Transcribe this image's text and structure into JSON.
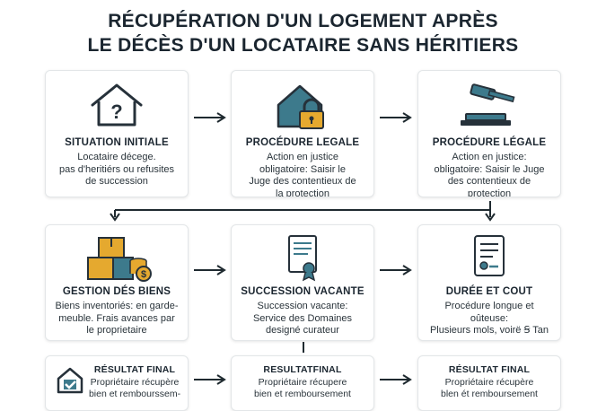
{
  "title": {
    "line1": "Récupération d'un logement après",
    "line2": "le décès d'un locataire sans héritiers"
  },
  "cards": [
    {
      "heading": "SITUATION INITIALE",
      "body": [
        "Locataire décege.",
        "pas d'heritiérs ou refusites",
        "de succession"
      ],
      "icon": "house-question-icon"
    },
    {
      "heading": "PROCÉDURE LEGALE",
      "body": [
        "Action en justice",
        "obligatoire: Saisir le",
        "Juge des contentieux de",
        "la protection"
      ],
      "icon": "house-lock-icon"
    },
    {
      "heading": "PROCÉDURE LÉGALE",
      "body": [
        "Action en justice:",
        "obligatoire: Saisir le Juge",
        "des contentieux de protection"
      ],
      "icon": "gavel-icon"
    },
    {
      "heading": "GESTION DÉS BIENS",
      "body": [
        "Biens inventoriés: en garde-",
        "meuble. Frais avances par",
        "le proprietaire"
      ],
      "icon": "boxes-coins-icon"
    },
    {
      "heading": "SUCCESSION VACANTE",
      "body": [
        "Succession vacante:",
        "Service des Domaines",
        "designé curateur"
      ],
      "icon": "certificate-document-icon"
    },
    {
      "heading": "DURÉE ET COUT",
      "body": [
        "Procédure longue et oûteuse:",
        "Plusieurs mols, voirë Ꞩ Tan"
      ],
      "icon": "document-coin-icon"
    },
    {
      "heading": "RÉSULTAT FINAL",
      "body": [
        "Propriétaire récupère",
        "bien et rembourssem-"
      ],
      "icon": "house-check-icon"
    },
    {
      "heading": "RESULTATFINAL",
      "body": [
        "Propriétaire récupere",
        "bien et remboursement"
      ],
      "icon": ""
    },
    {
      "heading": "RÉSULTAT FINAL",
      "body": [
        "Propriétaire récupère",
        "blen ét remboursement"
      ],
      "icon": ""
    }
  ],
  "colors": {
    "teal": "#3d7a8c",
    "dark": "#26313a",
    "gold": "#e5a92f",
    "orange": "#e07a2e",
    "arrow": "#1f2a30"
  }
}
